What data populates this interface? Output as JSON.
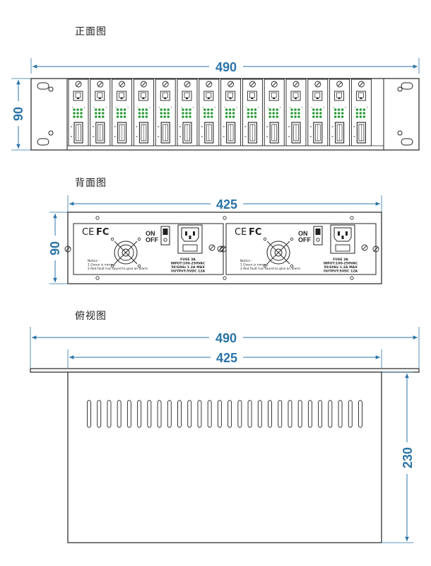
{
  "views": {
    "front": {
      "title": "正面图",
      "width_label": "490",
      "height_label": "90",
      "module_count": 14
    },
    "back": {
      "title": "背面图",
      "width_label": "425",
      "height_label": "90",
      "panels": [
        {
          "ce": "CE",
          "fc": "FC",
          "on": "ON",
          "off": "OFF",
          "fuse": "FUSE 3A",
          "input": "INPUT:100-250VAC",
          "freq": "50/60Hz 1.2A MAX",
          "output": "OUTPUT:5VDC 12A",
          "notice_title": "Notice :",
          "notice_1": "1.Green is normal.",
          "notice_2": "2.Red fault has sound to give an alarm"
        },
        {
          "ce": "CE",
          "fc": "FC",
          "on": "ON",
          "off": "OFF",
          "fuse": "FUSE 3A",
          "input": "INPUT:100-250VAC",
          "freq": "50/60Hz 1.2A MAX",
          "output": "OUTPUT:5VDC 12A",
          "notice_title": "Notice :",
          "notice_1": "1.Green is normal.",
          "notice_2": "2.Red fault has sound to give an alarm"
        }
      ]
    },
    "top": {
      "title": "俯视图",
      "outer_width_label": "490",
      "inner_width_label": "425",
      "depth_label": "230",
      "vent_count": 28
    }
  },
  "colors": {
    "dimension": "#2a74a8",
    "line": "#222222",
    "led": "#2e9a3a"
  }
}
